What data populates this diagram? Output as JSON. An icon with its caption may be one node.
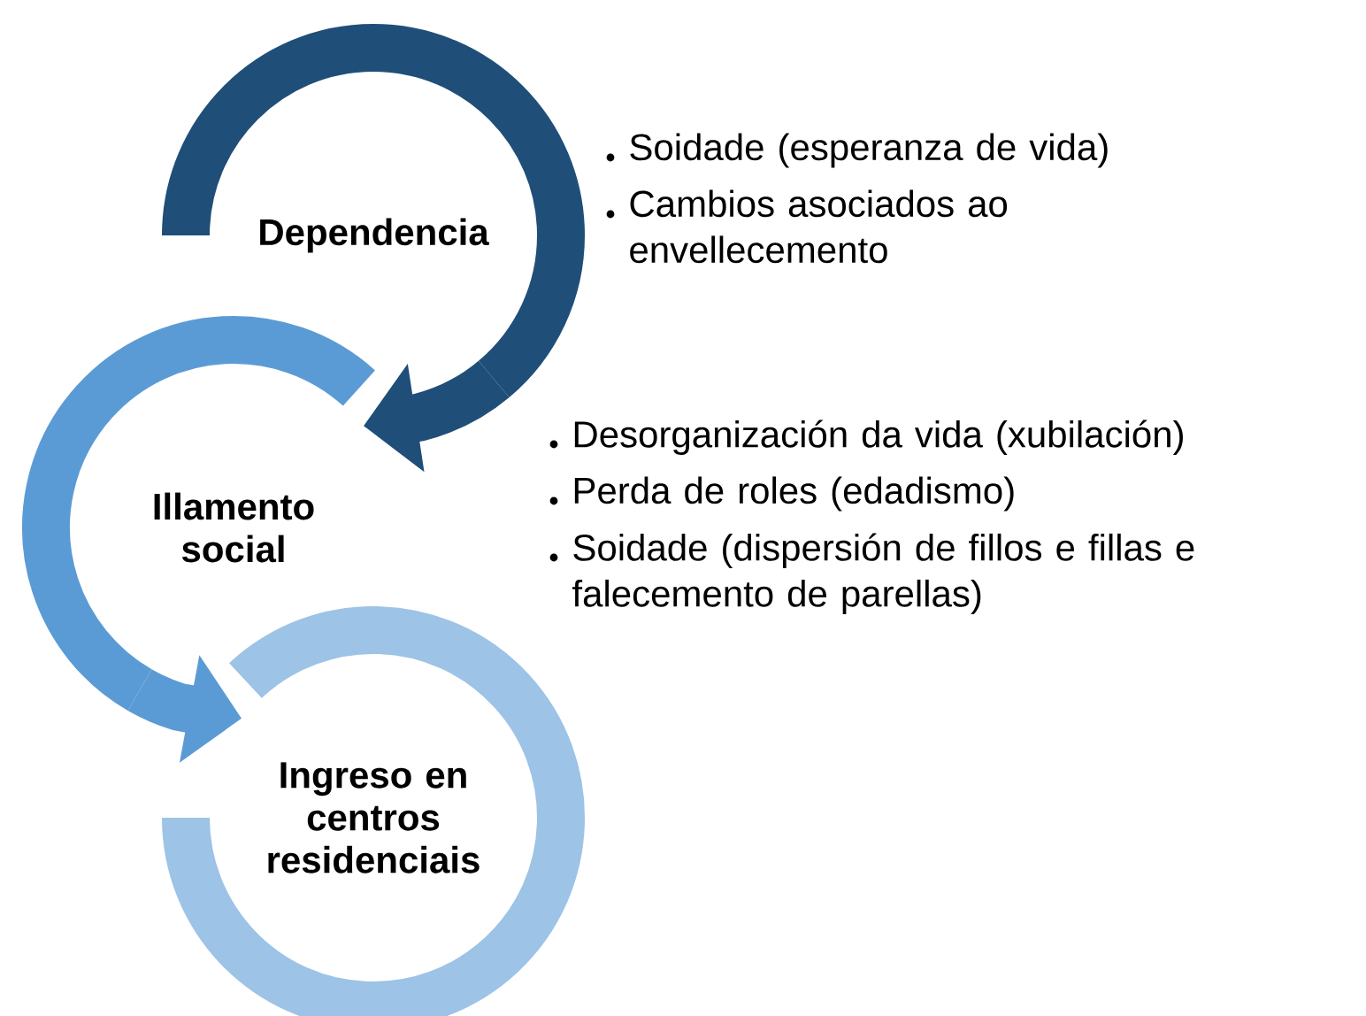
{
  "diagram": {
    "nodes": [
      {
        "text": [
          "Dependencia"
        ],
        "beside": [
          "Soidade (esperanza de vida)",
          "Cambios asociados ao envellecemento"
        ]
      },
      {
        "text": [
          "Illamento social"
        ],
        "beside": [
          "Desorganización da vida (xubilación)",
          "Perda de roles (edadismo)",
          "Soidade (dispersión de fillos e fillas e falecemento de parellas)"
        ]
      },
      {
        "text": [
          "Ingreso en centros residenciais"
        ]
      }
    ],
    "edges": [
      {
        "from": 0,
        "to": 1,
        "arrow": "to",
        "color": "#1f4e79"
      },
      {
        "from": 1,
        "to": 2,
        "arrow": "to",
        "color": "#5b9bd5"
      }
    ]
  }
}
